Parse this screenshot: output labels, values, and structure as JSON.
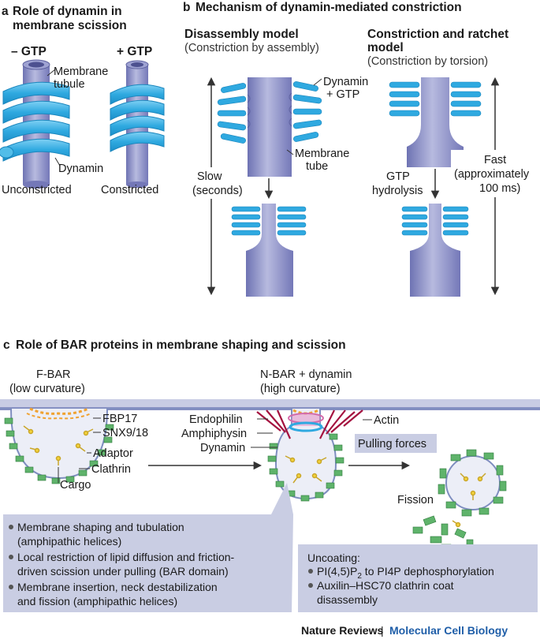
{
  "panel_a": {
    "title_letter": "a",
    "title_line1": "Role of dynamin in",
    "title_line2": "membrane scission",
    "minus_gtp": "– GTP",
    "plus_gtp": "+ GTP",
    "membrane_label1": "Membrane",
    "membrane_label2": "tubule",
    "dynamin_label": "Dynamin",
    "unconstricted_label": "Unconstricted",
    "constricted_label": "Constricted"
  },
  "panel_b": {
    "title_letter": "b",
    "title": "Mechanism of dynamin-mediated constriction",
    "disassembly_title": "Disassembly model",
    "disassembly_sub": "(Constriction by assembly)",
    "ratchet_title1": "Constriction and ratchet",
    "ratchet_title2": "model",
    "ratchet_sub": "(Constriction by torsion)",
    "dynamin_gtp1": "Dynamin",
    "dynamin_gtp2": "+ GTP",
    "membrane_tube1": "Membrane",
    "membrane_tube2": "tube",
    "slow1": "Slow",
    "slow2": "(seconds)",
    "gtp_hydrolysis1": "GTP",
    "gtp_hydrolysis2": "hydrolysis",
    "fast1": "Fast",
    "fast2": "(approximately",
    "fast3": "100 ms)"
  },
  "panel_c": {
    "title_letter": "c",
    "title": "Role of BAR proteins in membrane shaping and scission",
    "fbar1": "F-BAR",
    "fbar2": "(low curvature)",
    "nbar1": "N-BAR + dynamin",
    "nbar2": "(high curvature)",
    "fbp17": "FBP17",
    "snx9": "SNX9/18",
    "adaptor": "Adaptor",
    "clathrin": "Clathrin",
    "cargo": "Cargo",
    "endophilin": "Endophilin",
    "amphiphysin": "Amphiphysin",
    "dynamin": "Dynamin",
    "actin": "Actin",
    "pulling_forces": "Pulling forces",
    "fission": "Fission",
    "bullets": [
      [
        "Membrane shaping and tubulation",
        "(amphipathic helices)"
      ],
      [
        "Local restriction of lipid diffusion and friction-",
        "driven scission under pulling (BAR domain)"
      ],
      [
        "Membrane insertion, neck destabilization",
        "and fission (amphipathic helices)"
      ]
    ],
    "uncoating_title": "Uncoating:",
    "uncoat_b1_a": "PI(4,5)P",
    "uncoat_b1_sub": "2",
    "uncoat_b1_b": " to PI4P dephosphorylation",
    "uncoat_b2_l1": "Auxilin–HSC70 clathrin coat",
    "uncoat_b2_l2": "disassembly"
  },
  "footer": {
    "journal": "Nature Reviews",
    "separator": "|",
    "subject": "Molecular Cell Biology"
  },
  "colors": {
    "dynamin_blue": "#2fa9e0",
    "tube": "#8c8fc6",
    "membrane": "#7f8ec0",
    "clathrin_green": "#5fb36b",
    "actin_red": "#a4123f",
    "box_fill": "#c9cde3",
    "footer_blue": "#1f5ea8"
  }
}
